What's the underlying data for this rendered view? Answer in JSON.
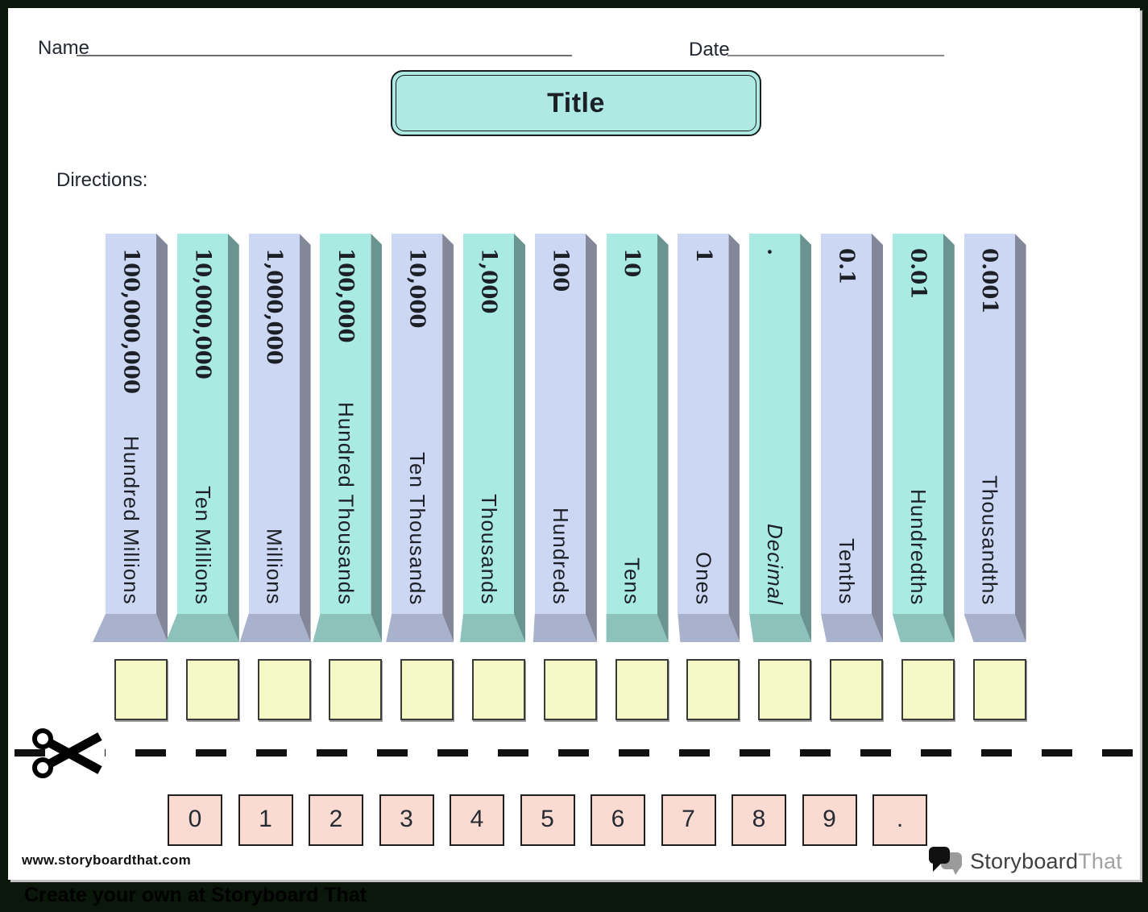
{
  "header": {
    "name_label": "Name",
    "date_label": "Date",
    "title": "Title",
    "directions_label": "Directions:"
  },
  "bars": {
    "items": [
      {
        "value": "100,000,000",
        "label": "Hundred Millions",
        "color": "lavender",
        "italic": false
      },
      {
        "value": "10,000,000",
        "label": "Ten Millions",
        "color": "teal",
        "italic": false
      },
      {
        "value": "1,000,000",
        "label": "Millions",
        "color": "lavender",
        "italic": false
      },
      {
        "value": "100,000",
        "label": "Hundred Thousands",
        "color": "teal",
        "italic": false
      },
      {
        "value": "10,000",
        "label": "Ten Thousands",
        "color": "lavender",
        "italic": false
      },
      {
        "value": "1,000",
        "label": "Thousands",
        "color": "teal",
        "italic": false
      },
      {
        "value": "100",
        "label": "Hundreds",
        "color": "lavender",
        "italic": false
      },
      {
        "value": "10",
        "label": "Tens",
        "color": "teal",
        "italic": false
      },
      {
        "value": "1",
        "label": "Ones",
        "color": "lavender",
        "italic": false
      },
      {
        "value": ".",
        "label": "Decimal",
        "color": "teal",
        "italic": true
      },
      {
        "value": "0.1",
        "label": "Tenths",
        "color": "lavender",
        "italic": false
      },
      {
        "value": "0.01",
        "label": "Hundredths",
        "color": "teal",
        "italic": false
      },
      {
        "value": "0.001",
        "label": "Thousandths",
        "color": "lavender",
        "italic": false
      }
    ]
  },
  "digit_cards": [
    "0",
    "1",
    "2",
    "3",
    "4",
    "5",
    "6",
    "7",
    "8",
    "9",
    "."
  ],
  "footer": {
    "website": "www.storyboardthat.com",
    "logo_storyboard": "Storyboard",
    "logo_that": "That",
    "tagline": "Create your own at Storyboard That"
  },
  "colors": {
    "background_frame": "#0b170b",
    "page": "#ffffff",
    "banner_fill": "#aee9e4",
    "bar_lavender_front": "#ccd8f3",
    "bar_lavender_side": "#83879a",
    "bar_lavender_bottom": "#a9b2cd",
    "bar_teal_front": "#a9ebe3",
    "bar_teal_side": "#699490",
    "bar_teal_bottom": "#8cc2ba",
    "answer_box_fill": "#f5f9c5",
    "digit_card_fill": "#fbdbd1"
  }
}
